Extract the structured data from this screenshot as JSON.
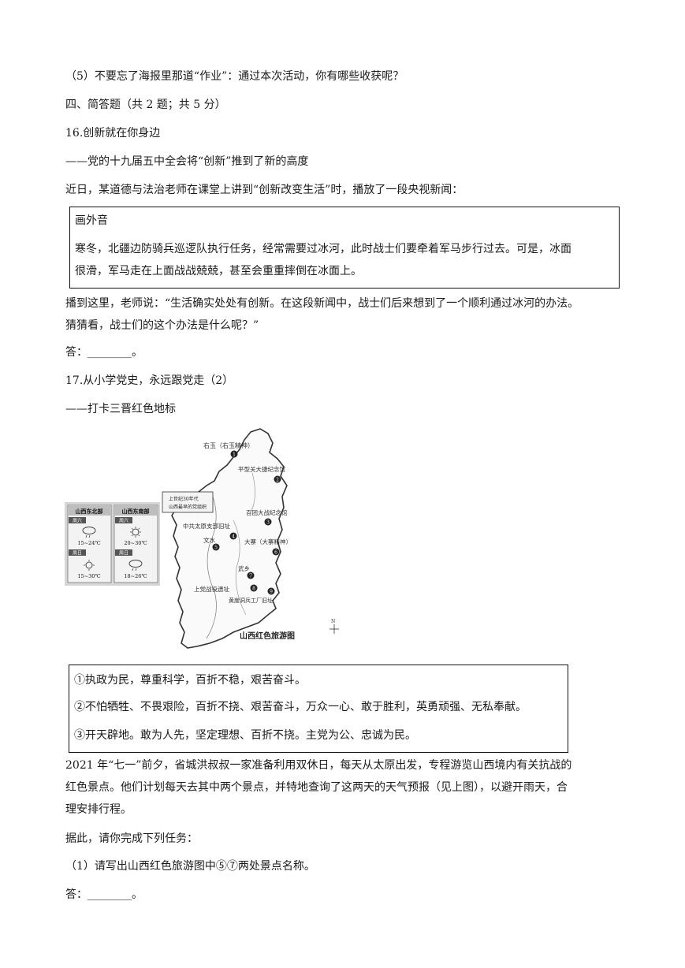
{
  "lines": {
    "q15_5": "（5）不要忘了海报里那道“作业”：通过本次活动，你有哪些收获呢？",
    "section4": "四、简答题（共 2 题；共 5 分）",
    "q16_title": "16.创新就在你身边",
    "q16_sub": "——党的十九届五中全会将“创新”推到了新的高度",
    "q16_intro": "近日，某道德与法治老师在课堂上讲到“创新改变生活”时，播放了一段央视新闻：",
    "q16_after1": "播到这里，老师说：“生活确实处处有创新。在这段新闻中，战士们后来想到了一个顺利通过冰河的办法。",
    "q16_after2": "猜猜看，战士们的这个办法是什么呢？”",
    "answer1": "答：________。",
    "q17_title": "17.从小学党史，永远跟党走（2）",
    "q17_sub": "——打卡三晋红色地标",
    "para1": "2021 年“七一”前夕，省城洪叔叔一家准备利用双休日，每天从太原出发，专程游览山西境内有关抗战的",
    "para2": "红色景点。他们计划每天去其中两个景点，并特地查询了这两天的天气预报（见上图），以避开雨天，合",
    "para3": "理安排行程。",
    "task_intro": "据此，请你完成下列任务：",
    "task1": "（1）请写出山西红色旅游图中⑤⑦两处景点名称。",
    "answer2": "答：________。"
  },
  "news_box": {
    "label": "画外音",
    "text1": "寒冬，北疆边防骑兵巡逻队执行任务，经常需要过冰河，此时战士们要牵着军马步行过去。可是，冰面",
    "text2": "很滑，军马走在上面战战兢兢，甚至会重重摔倒在冰面上。"
  },
  "options_box": {
    "opt1": "①执政为民，尊重科学，百折不稳，艰苦奋斗。",
    "opt2": "②不怕牺牲、不畏艰险，百折不挠、艰苦奋斗，万众一心、敢于胜利，英勇顽强、无私奉献。",
    "opt3": "③开天辟地。敢为人先，坚定理想、百折不挠。主党为公、忠诚为民。"
  },
  "map": {
    "title": "山西红色旅游图",
    "north": "N",
    "legend_note1": "上世纪30年代",
    "legend_note2": "山西最早的党组织",
    "sites": [
      {
        "num": "1",
        "label": "右玉（右玉精神）"
      },
      {
        "num": "2",
        "label": "平型关大捷纪念馆"
      },
      {
        "num": "3",
        "label": "百团大战纪念馆"
      },
      {
        "num": "4",
        "label": "中共太原支部旧址"
      },
      {
        "num": "5",
        "label": "文水"
      },
      {
        "num": "6",
        "label": "大寨（大寨精神）"
      },
      {
        "num": "7",
        "label": "武乡"
      },
      {
        "num": "8",
        "label": "上党战役遗址"
      },
      {
        "num": "9",
        "label": "黄崖洞兵工厂旧址"
      }
    ]
  },
  "weather": {
    "region1": "山西东北部",
    "region2": "山西东南部",
    "day1": "周六",
    "day2": "周日",
    "ne_sat": "15~24℃",
    "se_sat": "20~30℃",
    "ne_sun": "15~30℃",
    "se_sun": "18~26℃",
    "ne_sat_icon": "rain-cloud-icon",
    "se_sat_icon": "sun-icon",
    "ne_sun_icon": "sun-icon",
    "se_sun_icon": "rain-cloud-icon"
  }
}
